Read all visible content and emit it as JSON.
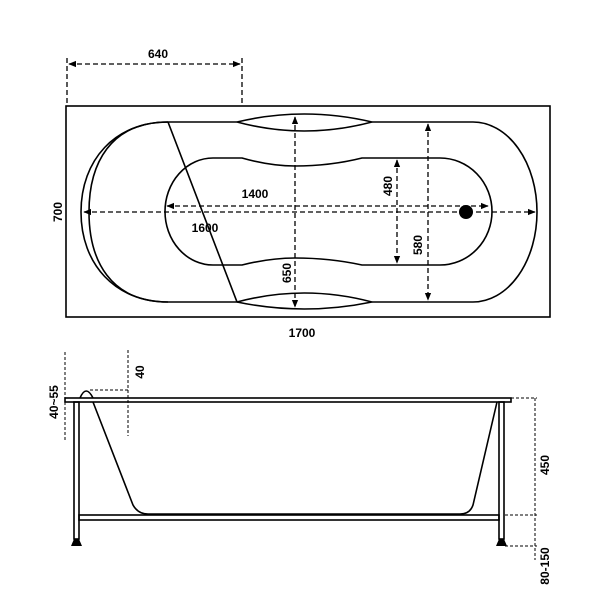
{
  "top_view": {
    "dims": {
      "offset": "640",
      "inner_length": "1400",
      "basin_length": "1600",
      "inner_width": "480",
      "basin_width": "580",
      "shell_width": "650",
      "total_width": "700",
      "total_length": "1700"
    }
  },
  "side_view": {
    "dims": {
      "rim_height": "40~55",
      "headrest": "40",
      "depth": "450",
      "leg_adjust": "80-150"
    }
  },
  "colors": {
    "line": "#000000",
    "background": "#ffffff"
  }
}
